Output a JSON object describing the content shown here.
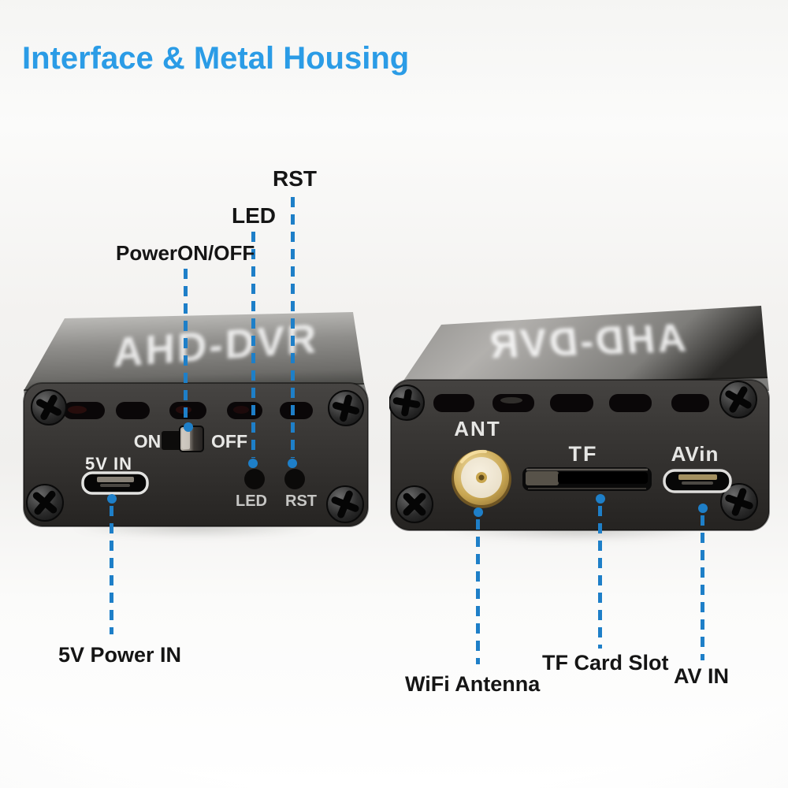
{
  "title": {
    "text": "Interface & Metal Housing",
    "color": "#2b9ce6"
  },
  "colors": {
    "callout_line_blue": "#1e7fc8",
    "label_text": "#151515",
    "housing_dark": "#343230",
    "housing_top_gray": "#a8a6a2",
    "sma_gold": "#c8a652",
    "brand_text_white": "#ffffff"
  },
  "front_view": {
    "brand": "AHD-DVR",
    "switch_on_label": "ON",
    "switch_off_label": "OFF",
    "power_port_label": "5V IN",
    "led_label": "LED",
    "rst_label": "RST"
  },
  "rear_view": {
    "brand": "AHD-DVR",
    "ant_label": "ANT",
    "tf_label": "TF",
    "avin_label": "AVin"
  },
  "callouts": {
    "power_switch": "PowerON/OFF",
    "led": "LED",
    "rst": "RST",
    "power_in": "5V Power IN",
    "wifi_antenna": "WiFi Antenna",
    "tf_card_slot": "TF Card Slot",
    "av_in": "AV IN"
  }
}
